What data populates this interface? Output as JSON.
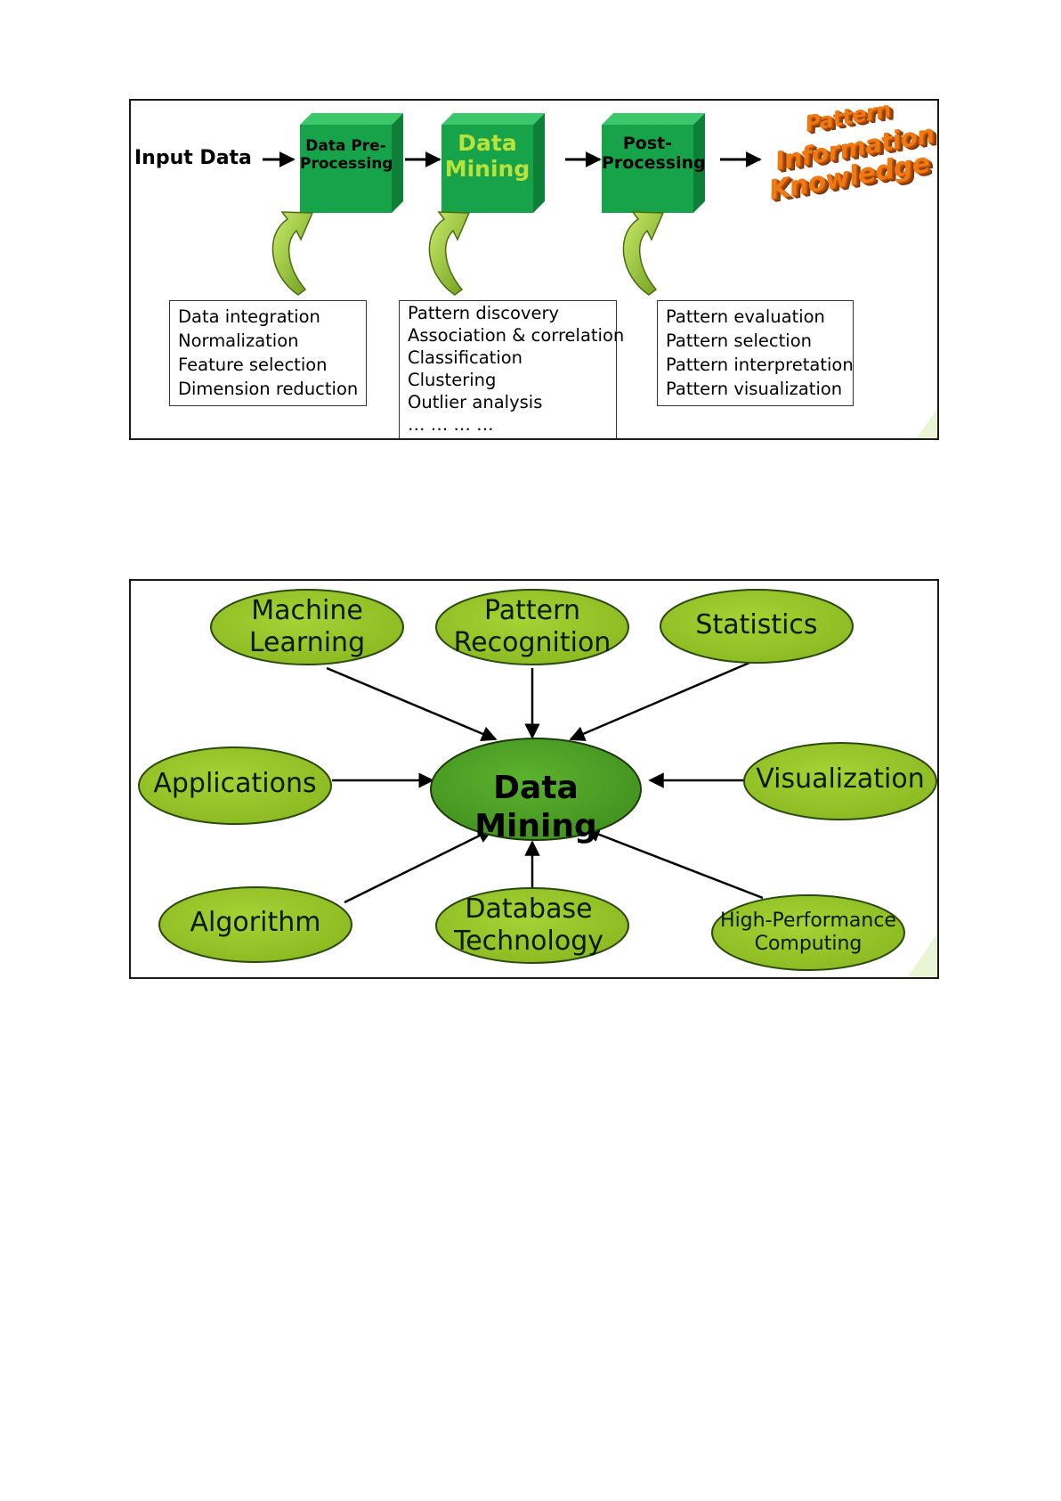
{
  "top_diagram": {
    "input_label": "Input Data",
    "stages": [
      {
        "label": "Data Pre-\nProcessing",
        "color": "#17a34a",
        "text_color": "#000000"
      },
      {
        "label": "Data\nMining",
        "color": "#17a34a",
        "text_color": "#b9e33a"
      },
      {
        "label": "Post-\nProcessing",
        "color": "#17a34a",
        "text_color": "#000000"
      }
    ],
    "results": [
      "Pattern",
      "Information",
      "Knowledge"
    ],
    "lists": {
      "preprocessing": [
        "Data integration",
        "Normalization",
        "Feature selection",
        "Dimension reduction"
      ],
      "mining": [
        "Pattern discovery",
        "Association & correlation",
        "Classification",
        "Clustering",
        "Outlier analysis",
        "… … … …"
      ],
      "postprocessing": [
        "Pattern evaluation",
        "Pattern selection",
        "Pattern interpretation",
        "Pattern visualization"
      ]
    }
  },
  "bottom_diagram": {
    "center": "Data Mining",
    "nodes": {
      "machine_learning": "Machine\nLearning",
      "pattern_recognition": "Pattern\nRecognition",
      "statistics": "Statistics",
      "applications": "Applications",
      "visualization": "Visualization",
      "algorithm": "Algorithm",
      "database_technology": "Database\nTechnology",
      "high_performance_computing": "High-Performance\nComputing"
    },
    "colors": {
      "node": "#93c425",
      "center": "#4e9f26",
      "stroke": "#2b4a0e"
    }
  }
}
